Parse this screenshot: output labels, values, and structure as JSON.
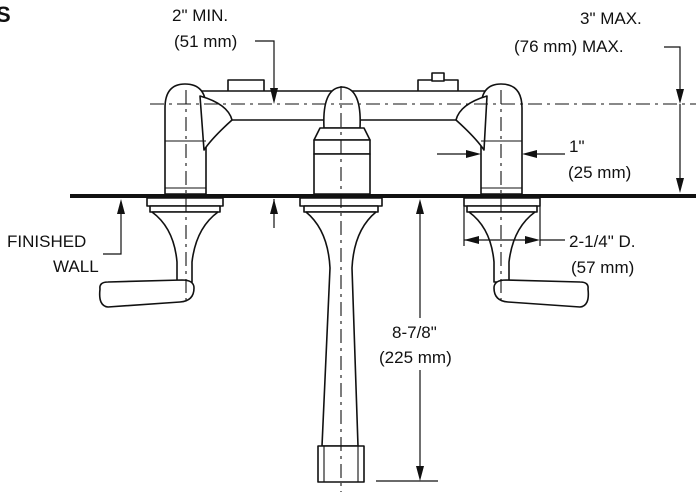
{
  "header": {
    "letter": "S"
  },
  "labels": {
    "min_height": "2\" MIN.",
    "min_height_mm": "(51 mm)",
    "max_height": "3\" MAX.",
    "max_height_mm": "(76 mm) MAX.",
    "spout_dia": "1\"",
    "spout_dia_mm": "(25 mm)",
    "finished_wall_1": "FINISHED",
    "finished_wall_2": "WALL",
    "flange_dia": "2-1/4\" D.",
    "flange_dia_mm": "(57 mm)",
    "spout_length": "8-7/8\"",
    "spout_length_mm": "(225 mm)"
  }
}
